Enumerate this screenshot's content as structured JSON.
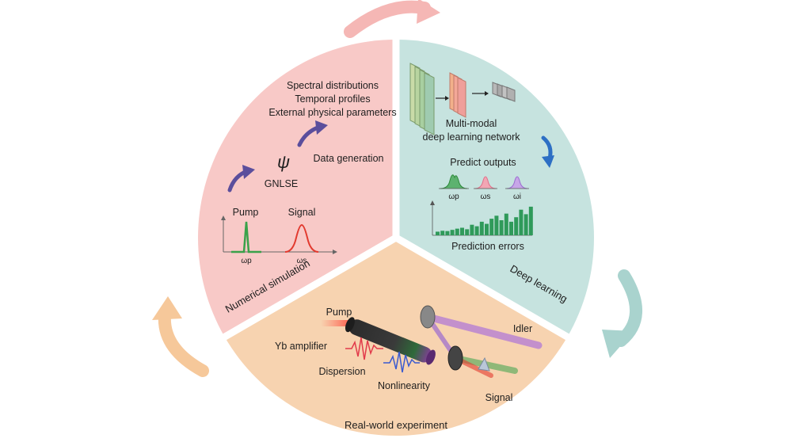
{
  "sectors": {
    "numerical": {
      "title": "Numerical simulation",
      "outputs": [
        "Spectral distributions",
        "Temporal profiles",
        "External physical parameters"
      ],
      "psi_symbol": "ψ",
      "gnlse": "GNLSE",
      "data_generation": "Data generation",
      "pump": "Pump",
      "signal": "Signal",
      "omega_p": "ωp",
      "omega_s": "ωs"
    },
    "deep": {
      "title": "Deep learning",
      "network_line1": "Multi-modal",
      "network_line2": "deep learning network",
      "predict_outputs": "Predict outputs",
      "omega_p": "ωp",
      "omega_s": "ωs",
      "omega_i": "ωi",
      "prediction_errors": "Prediction errors",
      "error_bars": [
        0.12,
        0.15,
        0.14,
        0.18,
        0.22,
        0.25,
        0.2,
        0.35,
        0.3,
        0.45,
        0.38,
        0.55,
        0.65,
        0.5,
        0.72,
        0.45,
        0.6,
        0.85,
        0.7,
        0.95
      ]
    },
    "experiment": {
      "title": "Real-world experiment",
      "pump": "Pump",
      "yb_amplifier": "Yb amplifier",
      "dispersion": "Dispersion",
      "nonlinearity": "Nonlinearity",
      "idler": "Idler",
      "signal": "Signal"
    }
  },
  "colors": {
    "numerical_bg": "#f8c9c7",
    "deep_bg": "#c6e3df",
    "experiment_bg": "#f7d3b0",
    "arrow_pink": "#f5b7b5",
    "arrow_teal": "#a9d3ce",
    "arrow_orange": "#f6c89a",
    "purple_arrow": "#5b4e9c",
    "blue_arrow": "#2d6fc4",
    "green": "#3aa24a",
    "red": "#e23a2f",
    "purple": "#9a5fc0"
  }
}
